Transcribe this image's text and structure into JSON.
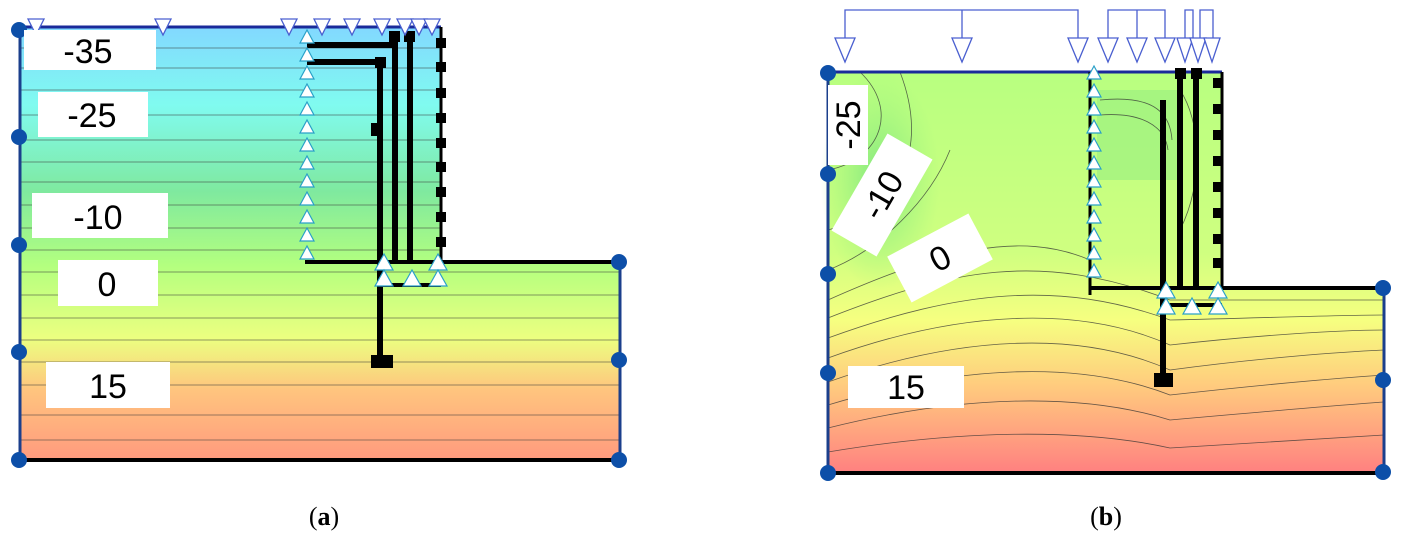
{
  "panel_a": {
    "caption": "(a)",
    "caption_letter": "a",
    "contour_labels": [
      "-35",
      "-25",
      "-10",
      "0",
      "15"
    ]
  },
  "panel_b": {
    "caption": "(b)",
    "caption_letter": "b",
    "contour_labels": [
      "-25",
      "-10",
      "0",
      "15"
    ]
  },
  "colors": {
    "boundary_node": "#0d4fa8",
    "outline": "#000000",
    "load_arrow": "#4a5fd0",
    "contour_line": "#333333",
    "support_fill": "#ffffff",
    "support_stroke": "#2aa0c8",
    "scale_low": "#7fd8ff",
    "scale_mid": "#b6ff7a",
    "scale_high": "#ff8a80"
  },
  "icons": [
    "load-arrow-icon",
    "roller-support-icon",
    "boundary-node-icon",
    "structural-node-icon"
  ]
}
